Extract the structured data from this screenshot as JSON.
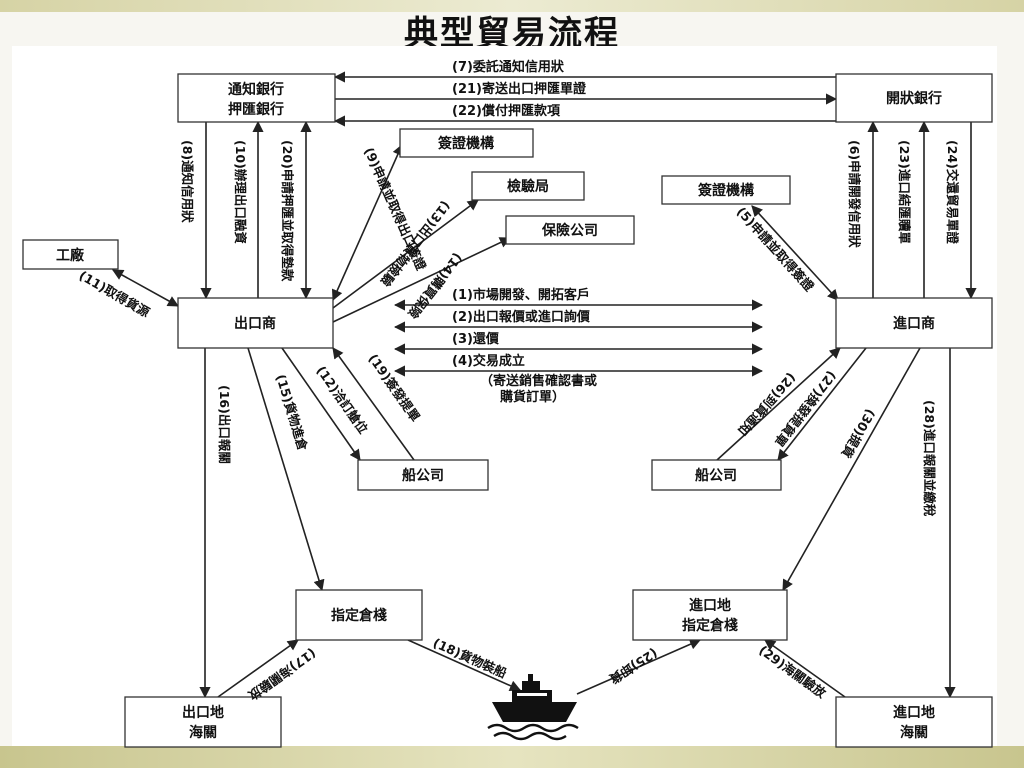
{
  "title": "典型貿易流程",
  "boxes": {
    "notify_bank": [
      "通知銀行",
      "押匯銀行"
    ],
    "issuing_bank": "開狀銀行",
    "visa_left": "簽證機構",
    "inspection": "檢驗局",
    "insurance": "保險公司",
    "visa_right": "簽證機構",
    "factory": "工廠",
    "exporter": "出口商",
    "importer": "進口商",
    "ship_left": "船公司",
    "ship_right": "船公司",
    "warehouse_left": "指定倉棧",
    "warehouse_right": [
      "進口地",
      "指定倉棧"
    ],
    "customs_left": [
      "出口地",
      "海關"
    ],
    "customs_right": [
      "進口地",
      "海關"
    ]
  },
  "labels": {
    "l7": "(7)委託通知信用狀",
    "l21": "(21)寄送出口押匯單證",
    "l22": "(22)償付押匯款項",
    "l8": "(8)通知信用狀",
    "l10": "(10)辦理出口融資",
    "l20": "(20)申請押匯並取得墊款",
    "l6": "(6)申請開發信用狀",
    "l23": "(23)進口結匯贖單",
    "l24": "(24)交還貿易單證",
    "l9": "(9)申請並取得出口簽證",
    "l13": "(13)出口貨物檢驗",
    "l14": "(14)購買保險",
    "l5": "(5)申請並取得簽證",
    "l11": "(11)取得貨源",
    "f1": "(1)市場開發、開拓客戶",
    "f2": "(2)出口報價或進口詢價",
    "f3": "(3)還價",
    "f4": "(4)交易成立",
    "f4b": "（寄送銷售確認書或",
    "f4c": "購貨訂單）",
    "l16": "(16)出口報關",
    "l15": "(15)貨物進倉",
    "l12": "(12)洽訂艙位",
    "l19": "(19)簽發提單",
    "l26": "(26)到貨通知",
    "l27": "(27)換發提貨單",
    "l30": "(30)提貨",
    "l28": "(28)進口報關並繳稅",
    "l17": "(17)海關驗放",
    "l18": "(18)貨物裝船",
    "l25": "(25)卸貨",
    "l29": "(29)海關驗放"
  }
}
